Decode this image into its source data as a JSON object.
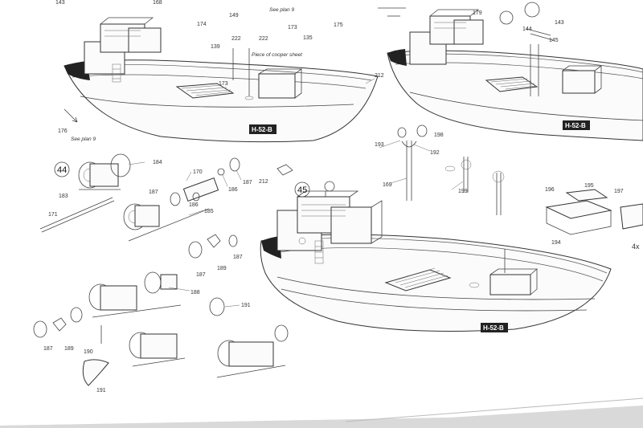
{
  "sheet": {
    "step_numbers": [
      "44",
      "45"
    ],
    "registration_marks": [
      "H-52-B",
      "H-52-B",
      "H-52-B"
    ],
    "notes": {
      "see_plan_top": "See plan 9",
      "see_plan_left": "See plan 9",
      "copper_sheet": "Piece of cooper sheet"
    },
    "part_numbers": {
      "p143a": "143",
      "p168": "168",
      "p149": "149",
      "p174": "174",
      "p139": "139",
      "p222a": "222",
      "p222b": "222",
      "p173a": "173",
      "p135": "135",
      "p175": "175",
      "p173b": "173",
      "p176": "176",
      "p212a": "212",
      "p212b": "212",
      "p179": "179",
      "p144": "144",
      "p143b": "143",
      "p145": "145",
      "p198": "198",
      "p193": "193",
      "p192": "192",
      "p169": "169",
      "p199": "199",
      "p196": "196",
      "p195": "195",
      "p197": "197",
      "p194": "194",
      "p4x": "4x",
      "p184": "184",
      "p183": "183",
      "p171": "171",
      "p170": "170",
      "p186a": "186",
      "p187a": "187",
      "p187b": "187",
      "p186b": "186",
      "p185": "185",
      "p187c": "187",
      "p189a": "189",
      "p187d": "187",
      "p188": "188",
      "p191a": "191",
      "p187e": "187",
      "p189b": "189",
      "p190": "190",
      "p191b": "191"
    }
  }
}
